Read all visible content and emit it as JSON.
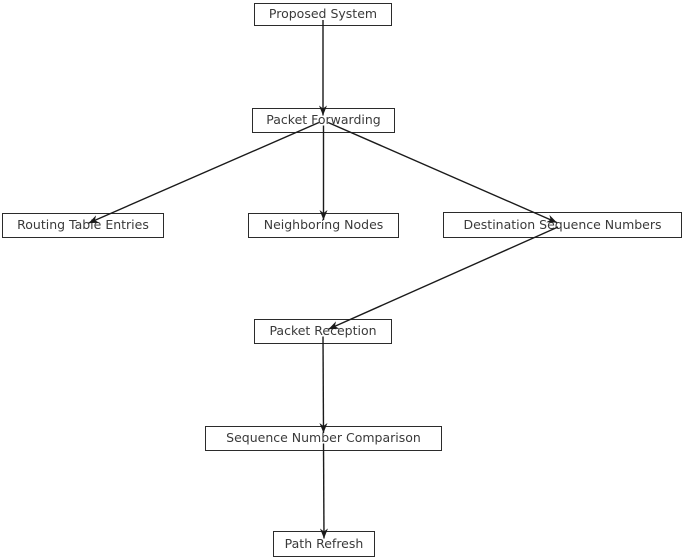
{
  "diagram": {
    "type": "flowchart",
    "background_color": "#ffffff",
    "node_border_color": "#2b2b2b",
    "node_text_color": "#3a3a3a",
    "edge_color": "#1a1a1a",
    "nodes": [
      {
        "id": "proposed-system",
        "label": "Proposed System"
      },
      {
        "id": "packet-forwarding",
        "label": "Packet Forwarding"
      },
      {
        "id": "routing-table-entries",
        "label": "Routing Table Entries"
      },
      {
        "id": "neighboring-nodes",
        "label": "Neighboring Nodes"
      },
      {
        "id": "destination-sequence-numbers",
        "label": "Destination Sequence Numbers"
      },
      {
        "id": "packet-reception",
        "label": "Packet Reception"
      },
      {
        "id": "sequence-number-comparison",
        "label": "Sequence Number Comparison"
      },
      {
        "id": "path-refresh",
        "label": "Path Refresh"
      }
    ],
    "edges": [
      {
        "from": "proposed-system",
        "to": "packet-forwarding"
      },
      {
        "from": "packet-forwarding",
        "to": "routing-table-entries"
      },
      {
        "from": "packet-forwarding",
        "to": "neighboring-nodes"
      },
      {
        "from": "packet-forwarding",
        "to": "destination-sequence-numbers"
      },
      {
        "from": "destination-sequence-numbers",
        "to": "packet-reception"
      },
      {
        "from": "packet-reception",
        "to": "sequence-number-comparison"
      },
      {
        "from": "sequence-number-comparison",
        "to": "path-refresh"
      }
    ]
  }
}
